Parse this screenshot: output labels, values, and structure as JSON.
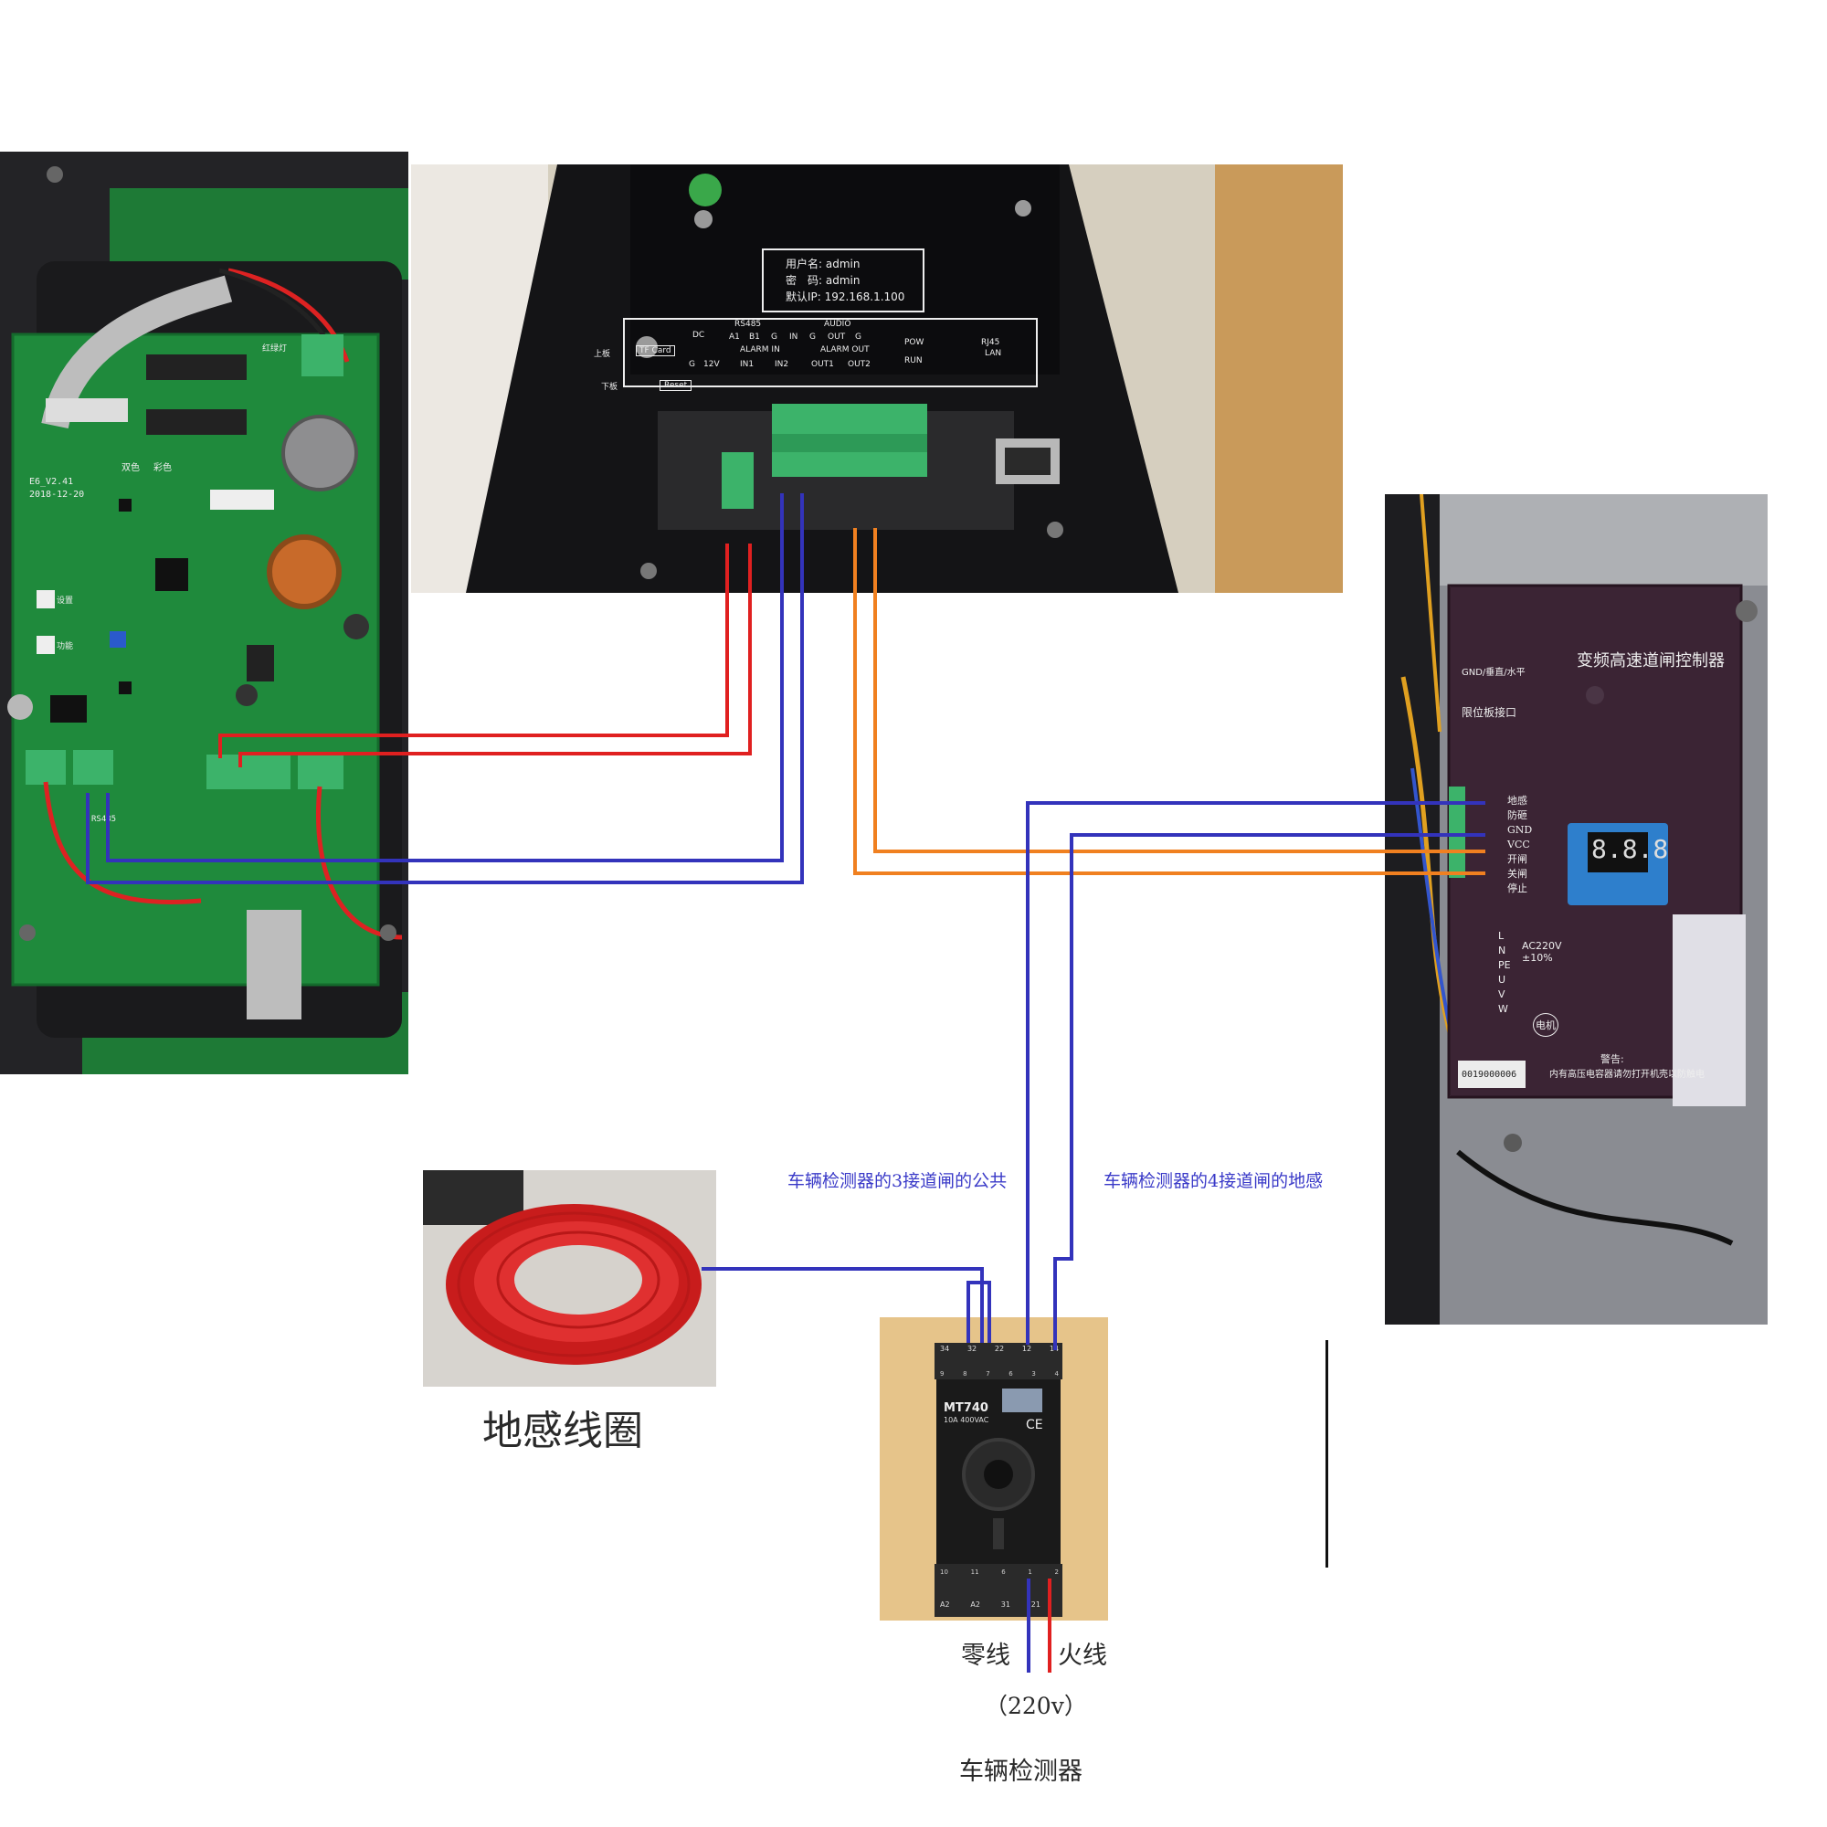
{
  "colors": {
    "red_wire": "#e02020",
    "blue_wire": "#3333bb",
    "orange_wire": "#f08020",
    "pcb_green": "#1e8a3a",
    "terminal_green": "#3cb36a",
    "controller_panel": "#3b2434",
    "annotation_blue": "#3a3ac8"
  },
  "camera": {
    "username_line": "用户名: admin",
    "password_line": "密　码: admin",
    "ip_line": "默认IP: 192.168.1.100",
    "rs485": "RS485",
    "audio": "AUDIO",
    "dc": "DC",
    "alarm_in": "ALARM IN",
    "alarm_out": "ALARM OUT",
    "pins_top": [
      "A1",
      "B1",
      "G",
      "IN",
      "G",
      "OUT",
      "G"
    ],
    "pins_bottom": [
      "IN1",
      "IN2",
      "OUT1",
      "OUT2"
    ],
    "pow": "POW",
    "run": "RUN",
    "rj45": "RJ45",
    "lan": "LAN",
    "dc_pins": [
      "G",
      "12V"
    ],
    "tf_card": "TF Card",
    "reset": "Reset",
    "upper": "上板",
    "lower": "下板"
  },
  "pcb": {
    "version": "E6_V2.41",
    "date": "2018-12-20",
    "label_dual": "双色",
    "label_color": "彩色",
    "label_rs485": "RS485",
    "label_signal": "红绿灯",
    "label_setting": "设置",
    "label_function": "功能"
  },
  "controller": {
    "title": "变频高速道闸控制器",
    "limit_port": "限位板接口",
    "mode": "GND/垂直/水平",
    "terminals": [
      "地感",
      "防砸",
      "GND",
      "VCC",
      "开闸",
      "关闸",
      "停止"
    ],
    "power": "AC220V ±10%",
    "power_pins": [
      "L",
      "N",
      "PE"
    ],
    "motor_pins": [
      "U",
      "V",
      "W"
    ],
    "motor": "电机",
    "display": "8.8.8",
    "warning_title": "警告:",
    "warning_text": "内有高压电容器请勿打开机壳以防触电",
    "serial": "0019000006"
  },
  "detector": {
    "model": "MT740",
    "rating": "10A 400VAC",
    "ce": "CE",
    "top_pins": [
      "34",
      "32",
      "22",
      "12",
      "14"
    ],
    "top_numbers": [
      "9",
      "8",
      "7",
      "6",
      "3",
      "4"
    ],
    "bottom_numbers": [
      "10",
      "11",
      "6",
      "1",
      "2"
    ],
    "bottom_pins": [
      "A2",
      "A2",
      "31",
      "21"
    ]
  },
  "annotations": {
    "note_left": "车辆检测器的3接道闸的公共",
    "note_right": "车辆检测器的4接道闸的地感"
  },
  "captions": {
    "loop": "地感线圈",
    "neutral": "零线",
    "live": "火线",
    "voltage": "（220v）",
    "detector": "车辆检测器"
  }
}
